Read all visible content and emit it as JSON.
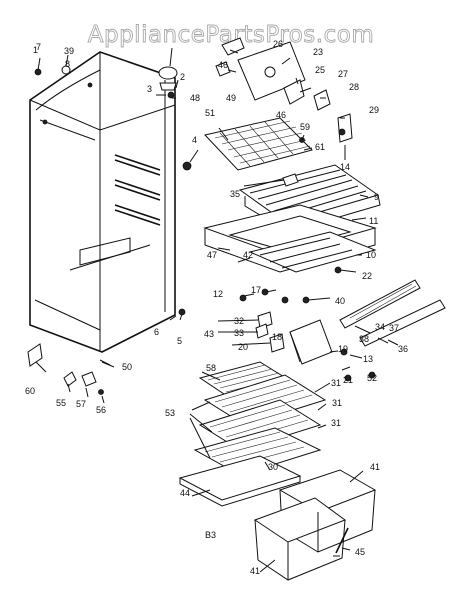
{
  "watermark": "AppliancePartsPros.com",
  "diagram_code": "B3",
  "part_labels": [
    {
      "id": "p1",
      "text": "1"
    },
    {
      "id": "p2",
      "text": "2"
    },
    {
      "id": "p3",
      "text": "3"
    },
    {
      "id": "p4",
      "text": "4"
    },
    {
      "id": "p5",
      "text": "5"
    },
    {
      "id": "p6",
      "text": "6"
    },
    {
      "id": "p7",
      "text": "7"
    },
    {
      "id": "p8",
      "text": "8"
    },
    {
      "id": "p9",
      "text": "9"
    },
    {
      "id": "p10",
      "text": "10"
    },
    {
      "id": "p11",
      "text": "11"
    },
    {
      "id": "p12",
      "text": "12"
    },
    {
      "id": "p13",
      "text": "13"
    },
    {
      "id": "p14",
      "text": "14"
    },
    {
      "id": "p17",
      "text": "17"
    },
    {
      "id": "p18",
      "text": "18"
    },
    {
      "id": "p19",
      "text": "19"
    },
    {
      "id": "p20",
      "text": "20"
    },
    {
      "id": "p21",
      "text": "21"
    },
    {
      "id": "p22",
      "text": "22"
    },
    {
      "id": "p23",
      "text": "23"
    },
    {
      "id": "p25",
      "text": "25"
    },
    {
      "id": "p26",
      "text": "26"
    },
    {
      "id": "p27",
      "text": "27"
    },
    {
      "id": "p28",
      "text": "28"
    },
    {
      "id": "p29",
      "text": "29"
    },
    {
      "id": "p30",
      "text": "30"
    },
    {
      "id": "p31a",
      "text": "31"
    },
    {
      "id": "p31b",
      "text": "31"
    },
    {
      "id": "p31c",
      "text": "31"
    },
    {
      "id": "p32",
      "text": "32"
    },
    {
      "id": "p33",
      "text": "33"
    },
    {
      "id": "p34",
      "text": "34"
    },
    {
      "id": "p35",
      "text": "35"
    },
    {
      "id": "p36",
      "text": "36"
    },
    {
      "id": "p37",
      "text": "37"
    },
    {
      "id": "p38",
      "text": "38"
    },
    {
      "id": "p39",
      "text": "39"
    },
    {
      "id": "p40",
      "text": "40"
    },
    {
      "id": "p41a",
      "text": "41"
    },
    {
      "id": "p41b",
      "text": "41"
    },
    {
      "id": "p42",
      "text": "42"
    },
    {
      "id": "p43",
      "text": "43"
    },
    {
      "id": "p44",
      "text": "44"
    },
    {
      "id": "p45",
      "text": "45"
    },
    {
      "id": "p46a",
      "text": "46"
    },
    {
      "id": "p46b",
      "text": "46"
    },
    {
      "id": "p47",
      "text": "47"
    },
    {
      "id": "p48",
      "text": "48"
    },
    {
      "id": "p49",
      "text": "49"
    },
    {
      "id": "p50",
      "text": "50"
    },
    {
      "id": "p51",
      "text": "51"
    },
    {
      "id": "p52",
      "text": "52"
    },
    {
      "id": "p53",
      "text": "53"
    },
    {
      "id": "p55",
      "text": "55"
    },
    {
      "id": "p56",
      "text": "56"
    },
    {
      "id": "p57",
      "text": "57"
    },
    {
      "id": "p58",
      "text": "58"
    },
    {
      "id": "p59",
      "text": "59"
    },
    {
      "id": "p60",
      "text": "60"
    },
    {
      "id": "p61",
      "text": "61"
    }
  ]
}
